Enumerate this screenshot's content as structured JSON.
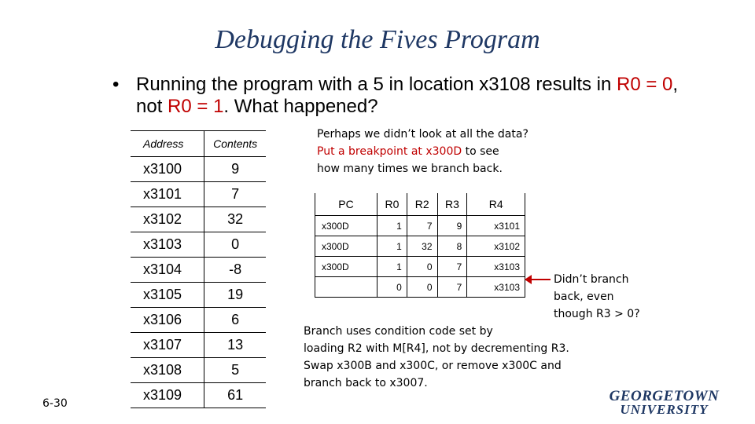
{
  "title": "Debugging the Fives Program",
  "bullet": {
    "marker": "•",
    "part1": "Running the program with a 5 in location x3108 results in ",
    "r0_eq0": "R0 = 0",
    "part2": ", not ",
    "r0_eq1": "R0 = 1",
    "part3": ".  What happened?"
  },
  "memory_table": {
    "headers": [
      "Address",
      "Contents"
    ],
    "rows": [
      [
        "x3100",
        "9"
      ],
      [
        "x3101",
        "7"
      ],
      [
        "x3102",
        "32"
      ],
      [
        "x3103",
        "0"
      ],
      [
        "x3104",
        "-8"
      ],
      [
        "x3105",
        "19"
      ],
      [
        "x3106",
        "6"
      ],
      [
        "x3107",
        "13"
      ],
      [
        "x3108",
        "5"
      ],
      [
        "x3109",
        "61"
      ]
    ]
  },
  "note1": {
    "line1": "Perhaps we didn’t look at all the data?",
    "line2_pre": "Put a breakpoint at x300D",
    "line2_post": " to see",
    "line3": "how many times we branch back."
  },
  "register_table": {
    "headers": [
      "PC",
      "R0",
      "R2",
      "R3",
      "R4"
    ],
    "rows": [
      [
        "x300D",
        "1",
        "7",
        "9",
        "x3101"
      ],
      [
        "x300D",
        "1",
        "32",
        "8",
        "x3102"
      ],
      [
        "x300D",
        "1",
        "0",
        "7",
        "x3103"
      ],
      [
        "",
        "0",
        "0",
        "7",
        "x3103"
      ]
    ]
  },
  "note2": {
    "line1": "Didn’t branch",
    "line2": "back, even",
    "line3_pre": "though R3 ",
    "line3_op": "> 0?"
  },
  "note3": {
    "line1": "Branch uses condition code set by",
    "line2": "loading R2 with M[R4], not by decrementing R3.",
    "line3": "Swap x300B and x300C, or remove x300C and",
    "line4": "branch back to x3007."
  },
  "slide_number": "6-30",
  "logo": {
    "line1": "GEORGETOWN",
    "line2": "UNIVERSITY"
  },
  "colors": {
    "title": "#1f3864",
    "accent": "#c00000"
  }
}
